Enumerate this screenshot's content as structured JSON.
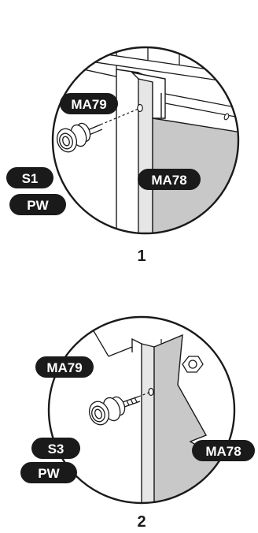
{
  "steps": [
    {
      "number": "1",
      "labels": {
        "bracket": "MA79",
        "screw": "S1",
        "washer": "PW",
        "panel": "MA78"
      }
    },
    {
      "number": "2",
      "labels": {
        "bracket": "MA79",
        "screw": "S3",
        "washer": "PW",
        "panel": "MA78"
      }
    }
  ],
  "colors": {
    "ink": "#1a1a1a",
    "panel_fill": "#c8c8c8",
    "callout": "#1a1a1a",
    "callout_text": "#ffffff"
  }
}
